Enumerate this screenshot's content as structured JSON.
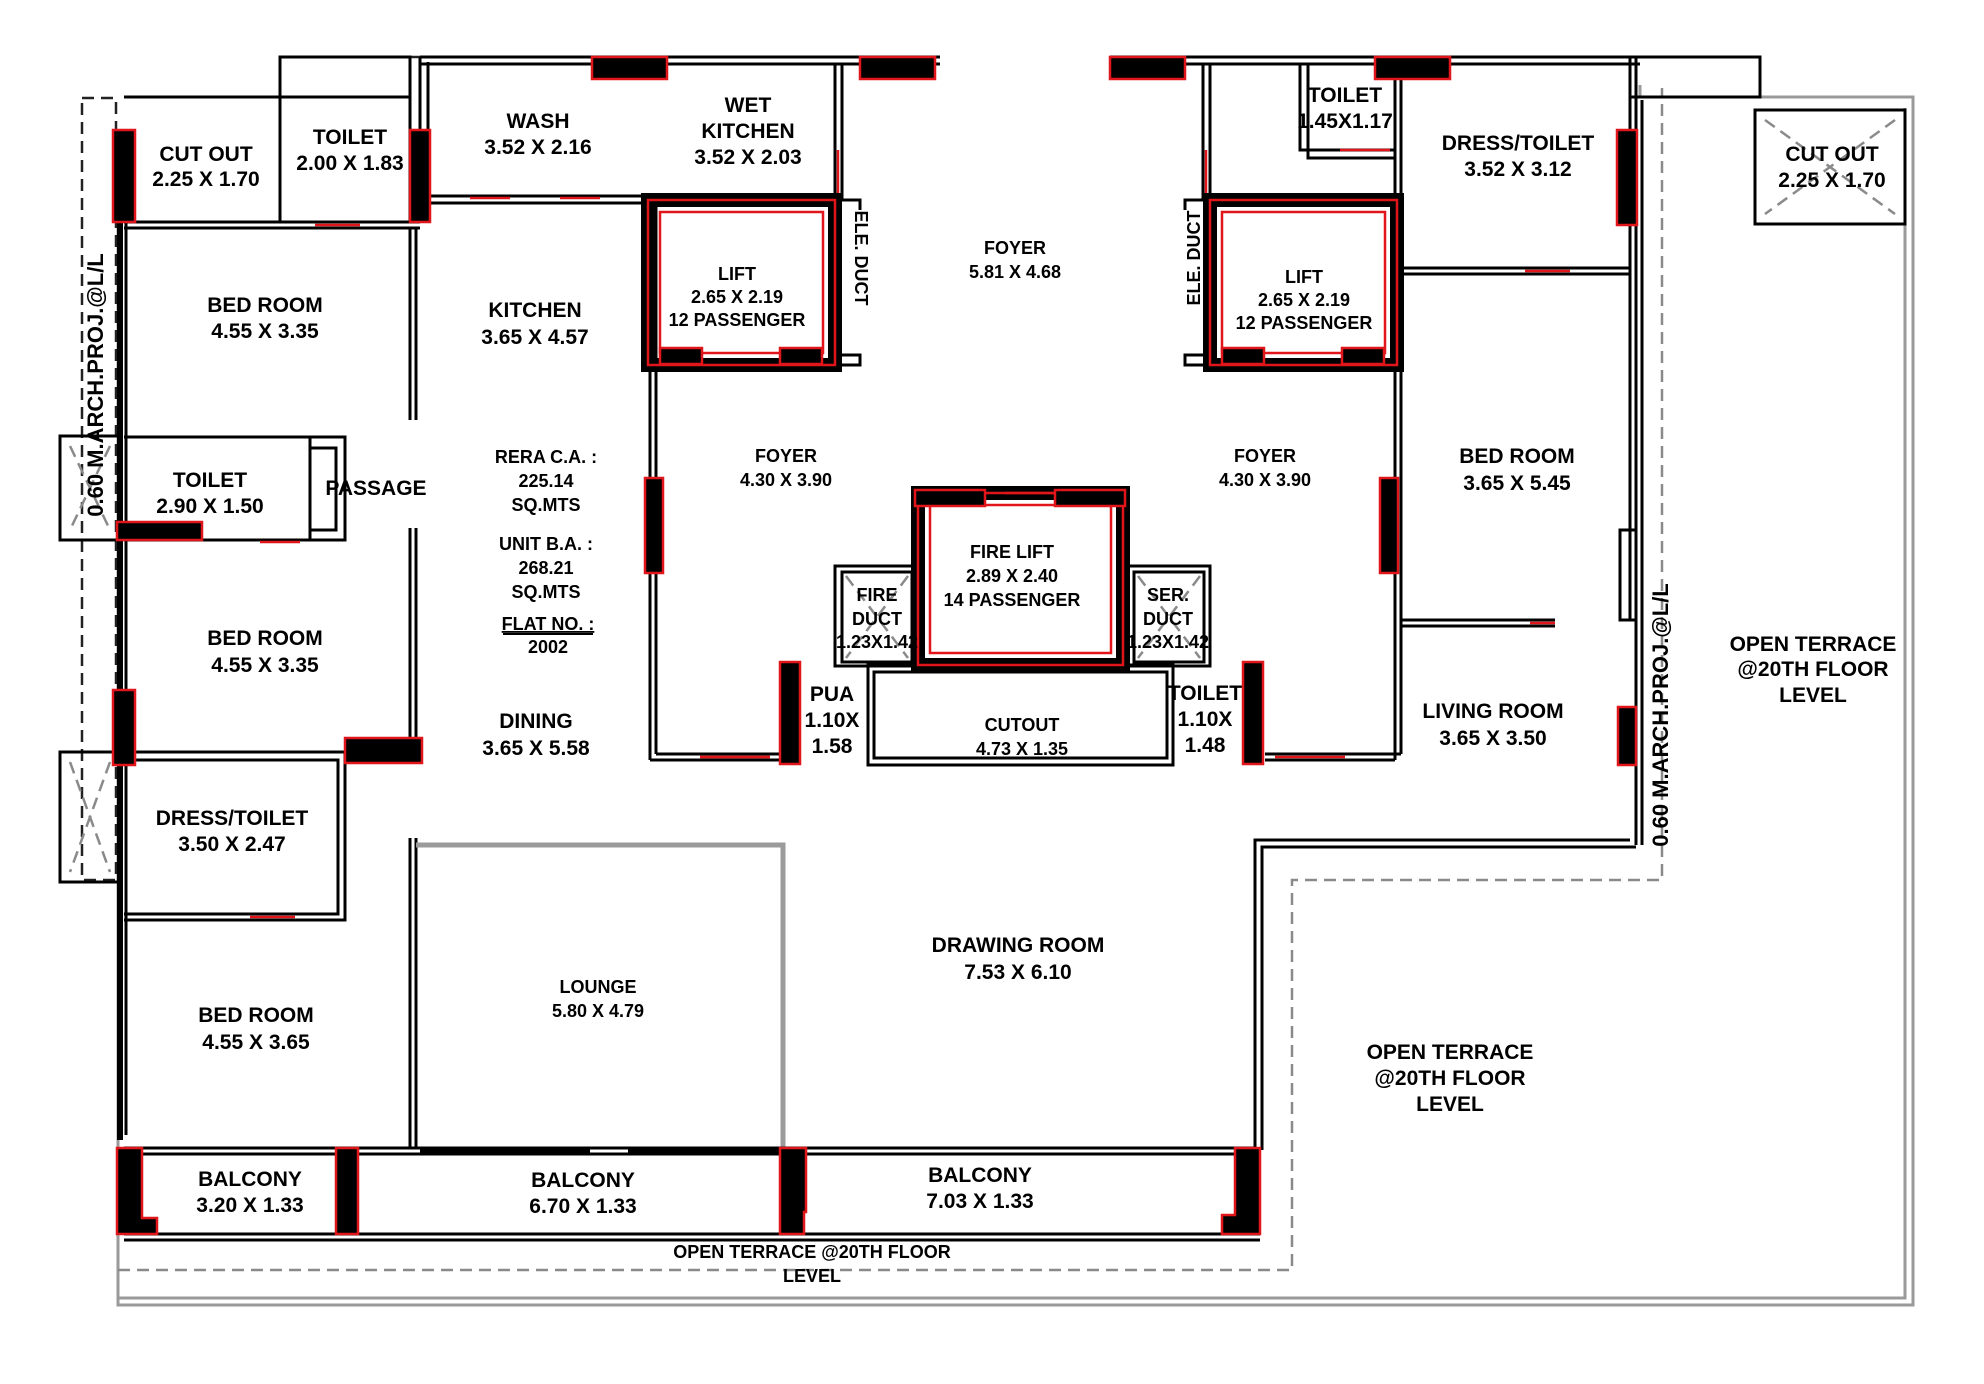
{
  "plan": {
    "flat_no_label": "FLAT NO. :",
    "flat_no": "2002",
    "rera_label": "RERA C.A. :",
    "rera_value": "225.14",
    "rera_unit": "SQ.MTS",
    "unit_ba_label": "UNIT B.A. :",
    "unit_ba_value": "268.21",
    "unit_ba_unit": "SQ.MTS",
    "proj_left": "0.60 M.ARCH.PROJ.@L/L",
    "proj_right": "0.60 M.ARCH.PROJ.@L/L"
  },
  "rooms": {
    "cutout_left": {
      "name": "CUT OUT",
      "dims": "2.25 X 1.70"
    },
    "toilet_top_left": {
      "name": "TOILET",
      "dims": "2.00 X 1.83"
    },
    "wash": {
      "name": "WASH",
      "dims": "3.52 X 2.16"
    },
    "wet_kitchen": {
      "name1": "WET",
      "name2": "KITCHEN",
      "dims": "3.52 X 2.03"
    },
    "bed_room_1": {
      "name": "BED ROOM",
      "dims": "4.55 X 3.35"
    },
    "kitchen": {
      "name": "KITCHEN",
      "dims": "3.65 X 4.57"
    },
    "lift_left": {
      "name": "LIFT",
      "dims": "2.65 X 2.19",
      "cap": "12 PASSENGER"
    },
    "ele_duct_left": {
      "name": "ELE. DUCT"
    },
    "foyer_top": {
      "name": "FOYER",
      "dims": "5.81 X 4.68"
    },
    "ele_duct_right": {
      "name": "ELE. DUCT"
    },
    "lift_right": {
      "name": "LIFT",
      "dims": "2.65 X 2.19",
      "cap": "12 PASSENGER"
    },
    "toilet_top_right": {
      "name": "TOILET",
      "dims": "1.45X1.17"
    },
    "dress_toilet_right": {
      "name": "DRESS/TOILET",
      "dims": "3.52 X 3.12"
    },
    "cutout_right": {
      "name": "CUT OUT",
      "dims": "2.25 X 1.70"
    },
    "toilet_mid_left": {
      "name": "TOILET",
      "dims": "2.90 X 1.50"
    },
    "passage": {
      "name": "PASSAGE"
    },
    "foyer_left": {
      "name": "FOYER",
      "dims": "4.30 X 3.90"
    },
    "foyer_right": {
      "name": "FOYER",
      "dims": "4.30 X 3.90"
    },
    "bed_room_right": {
      "name": "BED ROOM",
      "dims": "3.65 X 5.45"
    },
    "fire_lift": {
      "name": "FIRE LIFT",
      "dims": "2.89 X 2.40",
      "cap": "14 PASSENGER"
    },
    "fire_duct": {
      "name1": "FIRE",
      "name2": "DUCT",
      "dims": "1.23X1.42"
    },
    "ser_duct": {
      "name1": "SER.",
      "name2": "DUCT",
      "dims": "1.23X1.42"
    },
    "bed_room_2": {
      "name": "BED ROOM",
      "dims": "4.55 X 3.35"
    },
    "pua": {
      "name": "PUA",
      "dims1": "1.10X",
      "dims2": "1.58"
    },
    "cutout_mid": {
      "name": "CUTOUT",
      "dims": "4.73 X 1.35"
    },
    "toilet_small": {
      "name": "TOILET",
      "dims1": "1.10X",
      "dims2": "1.48"
    },
    "dining": {
      "name": "DINING",
      "dims": "3.65 X 5.58"
    },
    "living_room": {
      "name": "LIVING ROOM",
      "dims": "3.65 X 3.50"
    },
    "dress_toilet_left": {
      "name": "DRESS/TOILET",
      "dims": "3.50 X 2.47"
    },
    "open_terrace_right": {
      "l1": "OPEN TERRACE",
      "l2": "@20TH FLOOR",
      "l3": "LEVEL"
    },
    "drawing_room": {
      "name": "DRAWING ROOM",
      "dims": "7.53 X 6.10"
    },
    "lounge": {
      "name": "LOUNGE",
      "dims": "5.80 X 4.79"
    },
    "bed_room_3": {
      "name": "BED ROOM",
      "dims": "4.55 X 3.65"
    },
    "open_terrace_mid": {
      "l1": "OPEN TERRACE",
      "l2": "@20TH FLOOR",
      "l3": "LEVEL"
    },
    "balcony_1": {
      "name": "BALCONY",
      "dims": "3.20 X 1.33"
    },
    "balcony_2": {
      "name": "BALCONY",
      "dims": "6.70 X 1.33"
    },
    "balcony_3": {
      "name": "BALCONY",
      "dims": "7.03 X 1.33"
    },
    "open_terrace_bottom": {
      "l1": "OPEN TERRACE @20TH FLOOR",
      "l2": "LEVEL"
    }
  }
}
